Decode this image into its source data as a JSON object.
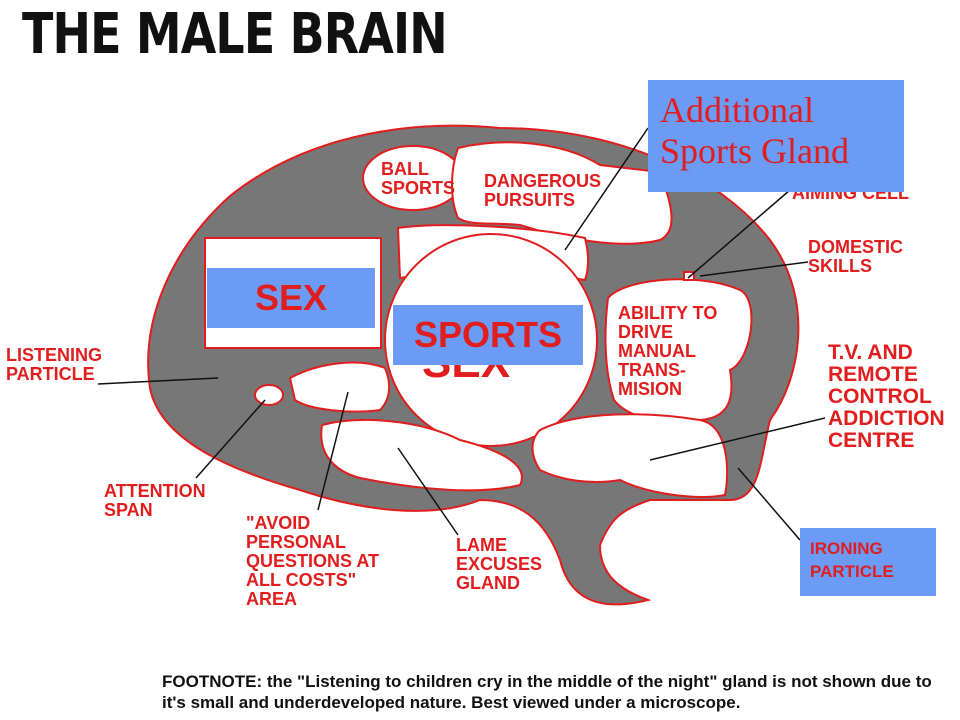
{
  "title": "THE MALE BRAIN",
  "overlays": {
    "additional": "Additional\nSports Gland",
    "sex": "SEX",
    "sports": "SPORTS",
    "ironing": "IRONING\nPARTICLE"
  },
  "regions": {
    "ball_sports": "BALL\nSPORTS",
    "dangerous": "DANGEROUS\nPURSUITS",
    "aiming": "AIMING CELL",
    "domestic": "DOMESTIC\nSKILLS",
    "ability": "ABILITY TO\nDRIVE\nMANUAL\nTRANS-\nMISION",
    "big_sex": "SEX"
  },
  "callouts": {
    "listening": "LISTENING\nPARTICLE",
    "attention": "ATTENTION\nSPAN",
    "avoid": "\"AVOID\nPERSONAL\nQUESTIONS AT\nALL COSTS\"\nAREA",
    "lame": "LAME\nEXCUSES\nGLAND",
    "tv": "T.V. AND\nREMOTE\nCONTROL\nADDICTION\nCENTRE"
  },
  "footnote": "FOOTNOTE: the \"Listening to children cry in the middle of the night\" gland is not shown due to it's small and underdeveloped nature. Best viewed under a microscope.",
  "colors": {
    "brain": "#777777",
    "outline": "#e11d1d",
    "overlay": "#6b9bf5",
    "label": "#e11d1d"
  }
}
